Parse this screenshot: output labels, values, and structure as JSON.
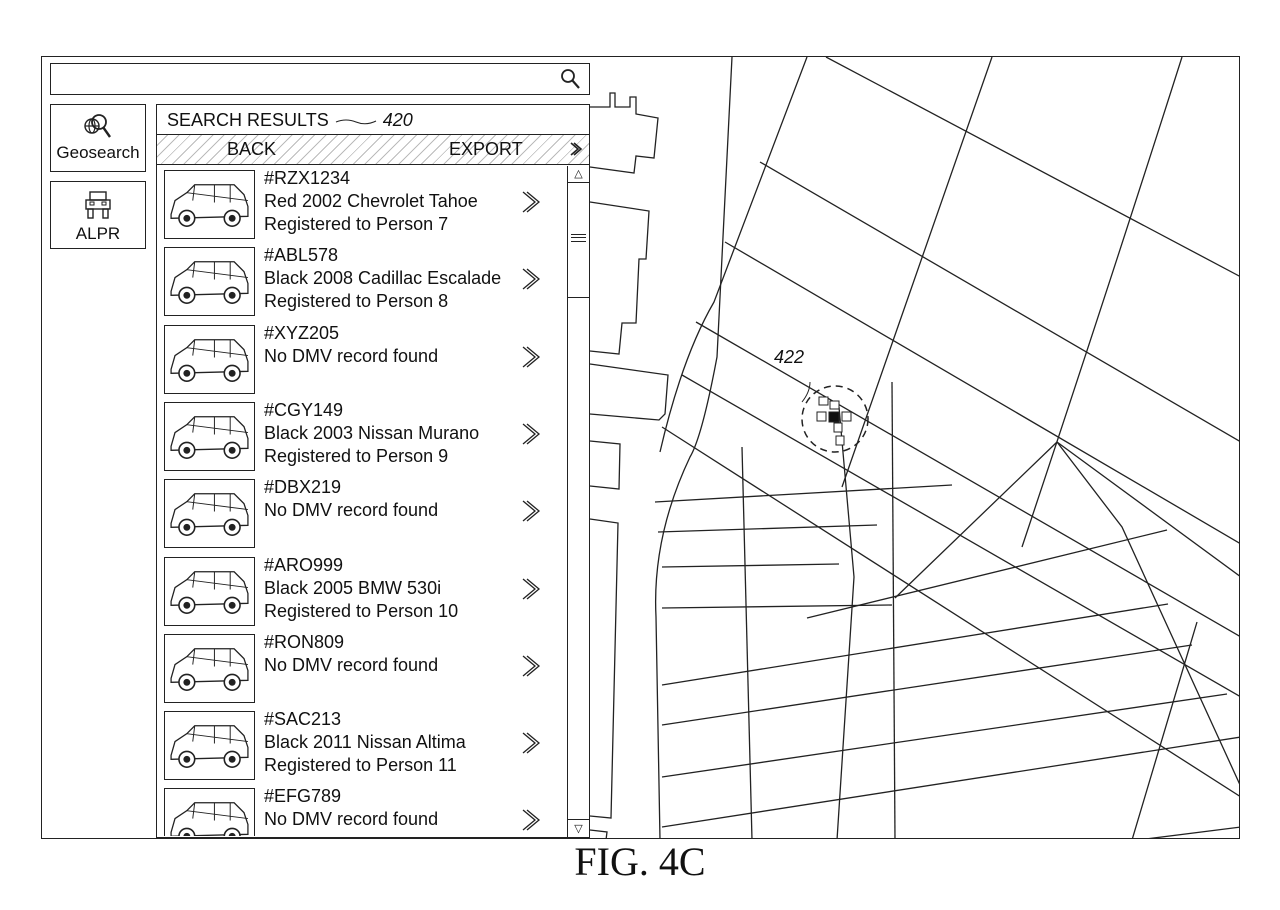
{
  "search": {
    "value": "",
    "placeholder": "",
    "icon": "search-icon"
  },
  "nav": [
    {
      "label": "Geosearch",
      "icon": "globe-search-icon"
    },
    {
      "label": "ALPR",
      "icon": "car-front-icon"
    }
  ],
  "results_panel": {
    "title": "SEARCH RESULTS",
    "ref_label": "420",
    "back_label": "BACK",
    "export_label": "EXPORT",
    "more_icon": "double-chevron-right-icon",
    "items": [
      {
        "plate": "#RZX1234",
        "line1": "Red 2002 Chevrolet  Tahoe",
        "line2": "Registered to Person 7",
        "vehicle": "suv-rear-side"
      },
      {
        "plate": "#ABL578",
        "line1": "Black 2008 Cadillac Escalade",
        "line2": "Registered to Person 8",
        "vehicle": "suv-rear"
      },
      {
        "plate": "#XYZ205",
        "line1": "No DMV record found",
        "line2": "",
        "vehicle": "pickup"
      },
      {
        "plate": "#CGY149",
        "line1": "Black 2003 Nissan Murano",
        "line2": "Registered to Person 9",
        "vehicle": "sedan"
      },
      {
        "plate": "#DBX219",
        "line1": "No DMV record found",
        "line2": "",
        "vehicle": "pickup-rear"
      },
      {
        "plate": "#ARO999",
        "line1": "Black 2005 BMW 530i",
        "line2": "Registered to Person 10",
        "vehicle": "coupe"
      },
      {
        "plate": "#RON809",
        "line1": "No DMV record found",
        "line2": "",
        "vehicle": "hatchback"
      },
      {
        "plate": "#SAC213",
        "line1": "Black 2011 Nissan Altima",
        "line2": "Registered to Person 11",
        "vehicle": "sedan-rear"
      },
      {
        "plate": "#EFG789",
        "line1": "No DMV record found",
        "line2": "",
        "vehicle": "pickup"
      }
    ]
  },
  "map": {
    "marker_label": "422"
  },
  "caption": "FIG. 4C"
}
